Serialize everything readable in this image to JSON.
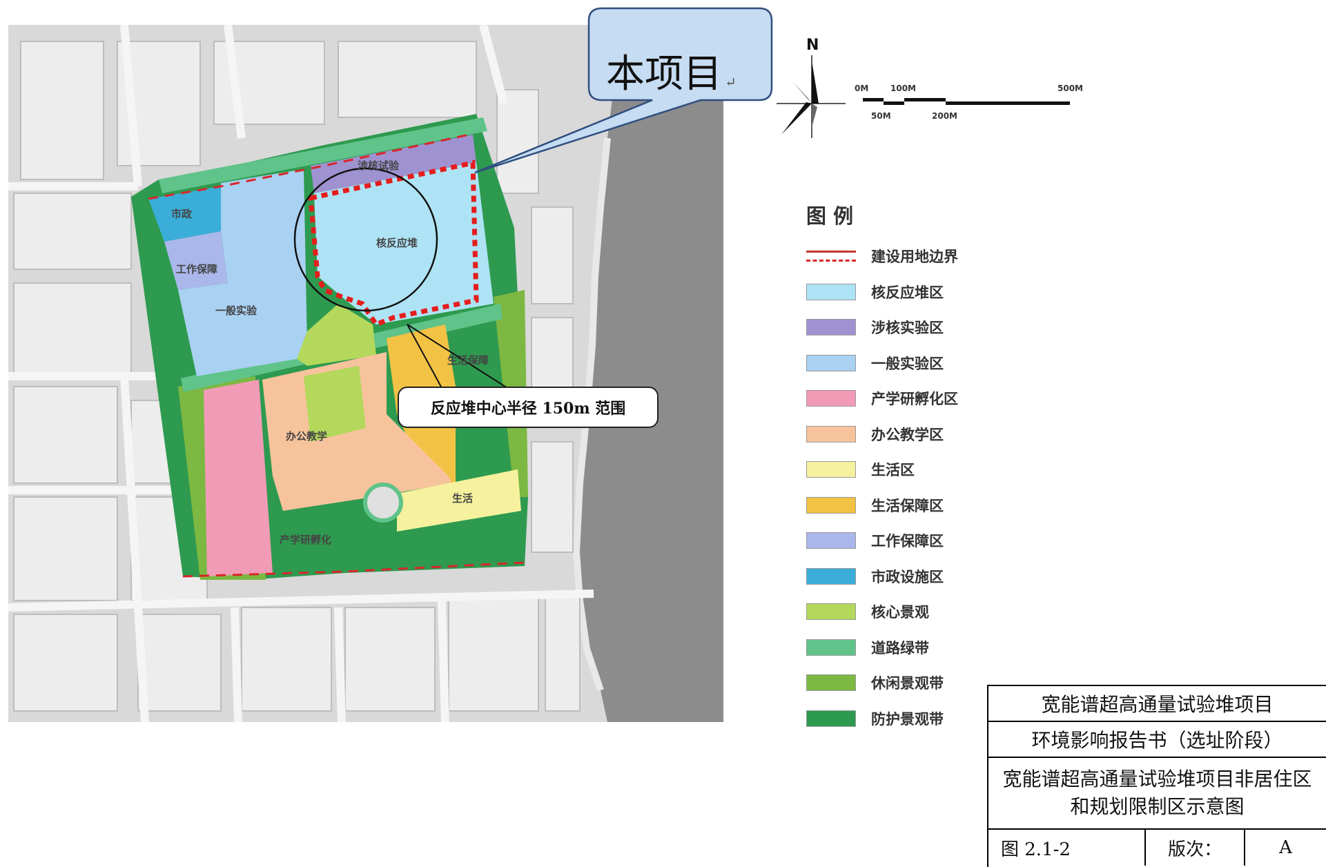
{
  "callout": {
    "text": "本项目",
    "mark": "↵"
  },
  "range_label": "反应堆中心半径 150m 范围",
  "north": "N",
  "scale": {
    "labels_top": [
      "0M",
      "100M",
      "500M"
    ],
    "labels_bottom": [
      "50M",
      "200M"
    ]
  },
  "zones": {
    "shizheng": "市政",
    "gongzuo": "工作保障",
    "yiban": "一般实验",
    "shehe": "涉核试验",
    "hefanying": "核反应堆",
    "shenghuobaozhang": "生活保障",
    "bangong": "办公教学",
    "shenghuo": "生活",
    "chanxue": "产学研孵化"
  },
  "legend": {
    "title": "图 例",
    "items": [
      {
        "label": "建设用地边界",
        "color": "#d9262a",
        "style": "dashed"
      },
      {
        "label": "核反应堆区",
        "color": "#aee3f5",
        "style": "fill"
      },
      {
        "label": "涉核实验区",
        "color": "#9f92d0",
        "style": "fill"
      },
      {
        "label": "一般实验区",
        "color": "#a9d1f2",
        "style": "fill"
      },
      {
        "label": "产学研孵化区",
        "color": "#f29bb6",
        "style": "fill"
      },
      {
        "label": "办公教学区",
        "color": "#f7c39c",
        "style": "fill"
      },
      {
        "label": "生活区",
        "color": "#f6f19e",
        "style": "fill"
      },
      {
        "label": "生活保障区",
        "color": "#f2c244",
        "style": "fill"
      },
      {
        "label": "工作保障区",
        "color": "#a9b7ea",
        "style": "fill"
      },
      {
        "label": "市政设施区",
        "color": "#3aaed8",
        "style": "fill"
      },
      {
        "label": "核心景观",
        "color": "#b3d85b",
        "style": "fill"
      },
      {
        "label": "道路绿带",
        "color": "#5fc38a",
        "style": "fill"
      },
      {
        "label": "休闲景观带",
        "color": "#7cb842",
        "style": "fill"
      },
      {
        "label": "防护景观带",
        "color": "#2e9a4f",
        "style": "fill"
      }
    ]
  },
  "title_block": {
    "project": "宽能谱超高通量试验堆项目",
    "report": "环境影响报告书（选址阶段）",
    "drawing": "宽能谱超高通量试验堆项目非居住区和规划限制区示意图",
    "fig_no": "图 2.1-2",
    "rev_label": "版次：",
    "rev": "A"
  }
}
